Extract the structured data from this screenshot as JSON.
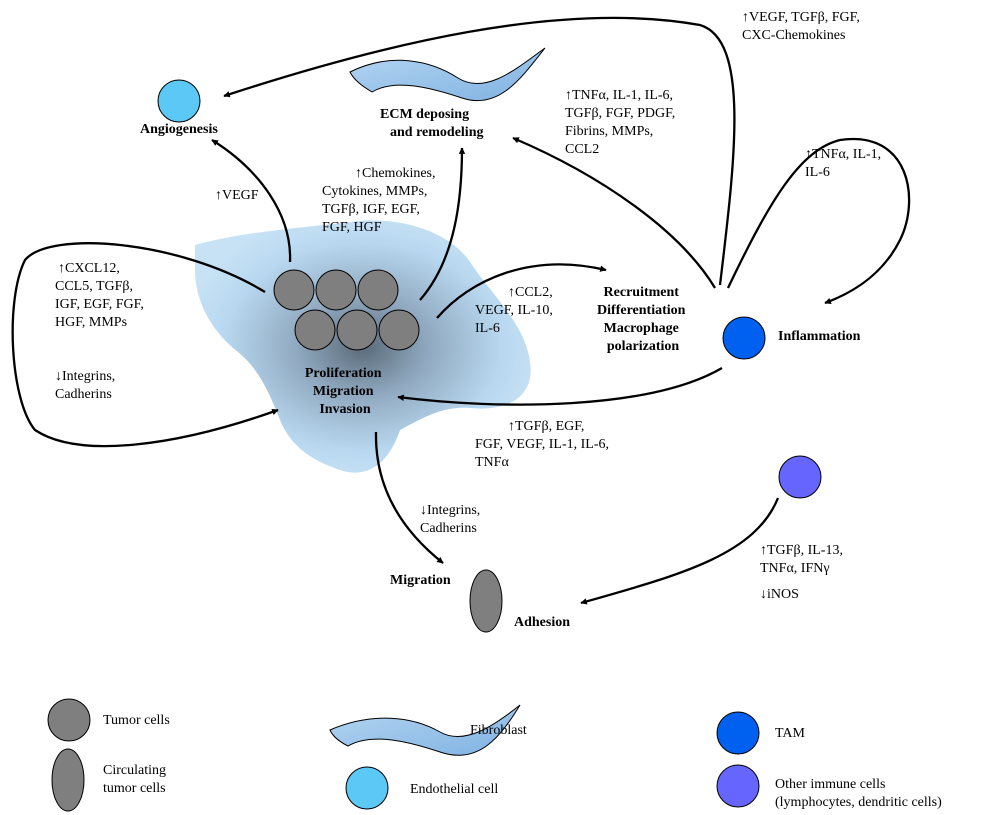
{
  "nodes": {
    "angiogenesis": "Angiogenesis",
    "ecm": [
      "ECM deposing",
      "and remodeling"
    ],
    "tumor": [
      "Proliferation",
      "Migration",
      "Invasion"
    ],
    "recruitment": [
      "Recruitment",
      "Differentiation",
      "Macrophage",
      "polarization"
    ],
    "inflammation": "Inflammation",
    "migration": "Migration",
    "adhesion": "Adhesion"
  },
  "annotations": {
    "top_right": [
      "↑VEGF, TGFβ, FGF,",
      "CXC-Chemokines"
    ],
    "tam_to_ecm": [
      "↑TNFα, IL-1, IL-6,",
      "TGFβ, FGF, PDGF,",
      "Fibrins, MMPs,",
      "CCL2"
    ],
    "tam_self": [
      "↑TNFα, IL-1,",
      "IL-6"
    ],
    "tumor_to_angio": [
      "↑VEGF"
    ],
    "tumor_to_ecm": [
      "↑Chemokines,",
      "Cytokines, MMPs,",
      "TGFβ, IGF, EGF,",
      "FGF, HGF"
    ],
    "tumor_self_up": [
      "↑CXCL12,",
      "CCL5, TGFβ,",
      "IGF, EGF, FGF,",
      "HGF, MMPs"
    ],
    "tumor_self_down": [
      "↓Integrins,",
      "Cadherins"
    ],
    "tumor_to_recruit": [
      "↑CCL2,",
      "VEGF, IL-10,",
      "IL-6"
    ],
    "tam_to_tumor": [
      "↑TGFβ, EGF,",
      "FGF, VEGF, IL-1, IL-6,",
      "TNFα"
    ],
    "tumor_to_migration": [
      "↓Integrins,",
      "Cadherins"
    ],
    "immune_to_adhesion_up": [
      "↑TGFβ, IL-13,",
      "TNFα, IFNγ"
    ],
    "immune_to_adhesion_down": [
      "↓iNOS"
    ]
  },
  "legend": {
    "tumor": "Tumor cells",
    "ctc": [
      "Circulating",
      "tumor cells"
    ],
    "fibroblast": "Fibroblast",
    "endothelial": "Endothelial cell",
    "tam": "TAM",
    "immune": [
      "Other immune cells",
      "(lymphocytes, dendritic cells)"
    ]
  },
  "colors": {
    "tumor_cell": "#7f7f7f",
    "endothelial": "#5bc8f5",
    "fibroblast": "#9dc3e6",
    "tam": "#0060f0",
    "immune": "#6666ff",
    "stroma": "#b8d8f0"
  }
}
